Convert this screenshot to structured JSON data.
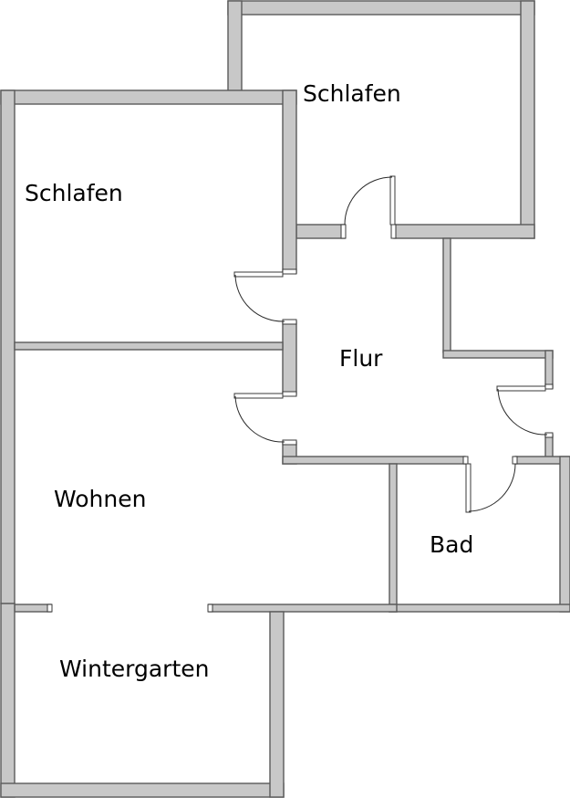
{
  "floor_plan": {
    "rooms": {
      "schlafen_top": {
        "label": "Schlafen"
      },
      "schlafen_left": {
        "label": "Schlafen"
      },
      "flur": {
        "label": "Flur"
      },
      "wohnen": {
        "label": "Wohnen"
      },
      "bad": {
        "label": "Bad"
      },
      "wintergarten": {
        "label": "Wintergarten"
      }
    },
    "colors": {
      "wall_fill": "#c8c8c8",
      "wall_stroke": "#5a5a5a",
      "background": "#ffffff"
    }
  }
}
